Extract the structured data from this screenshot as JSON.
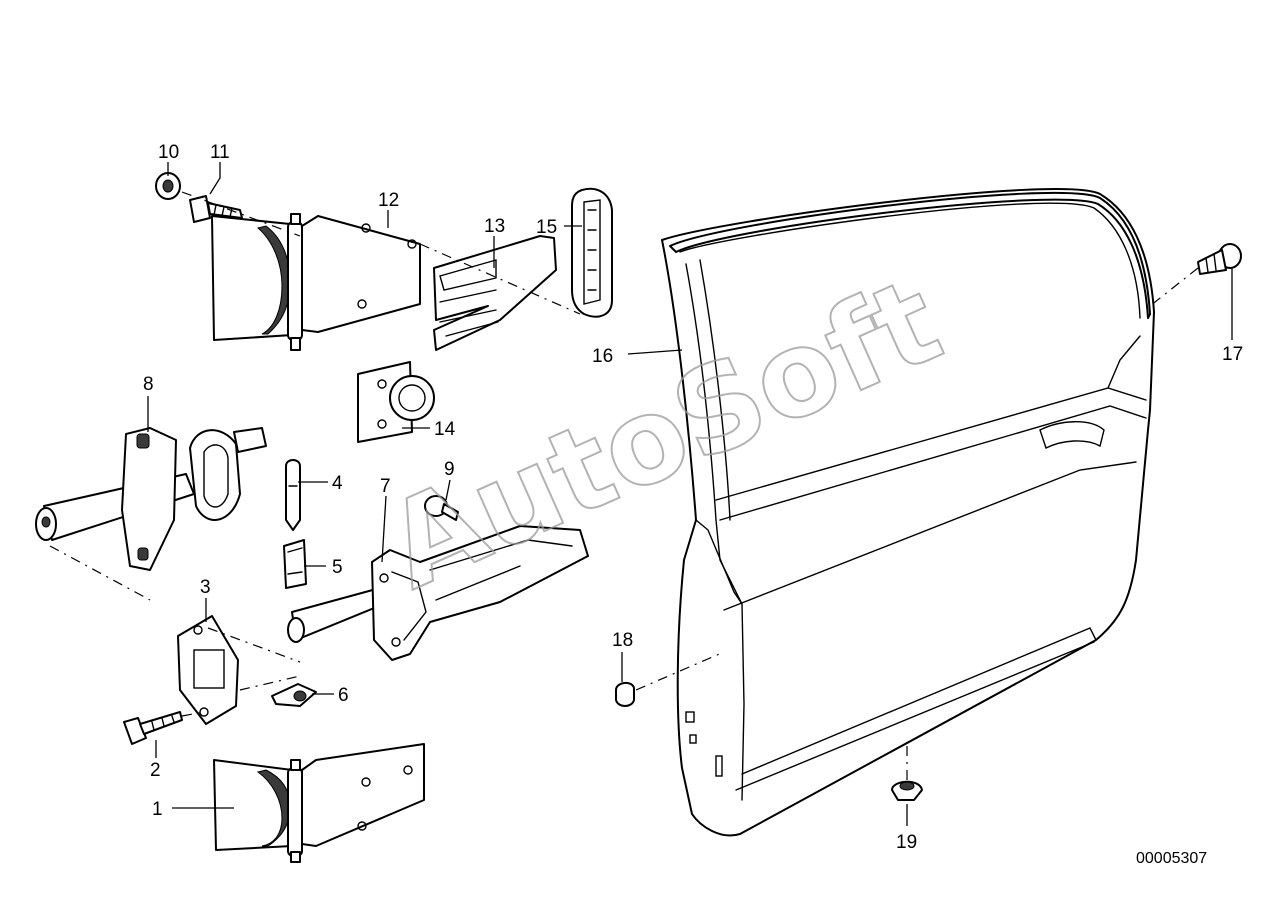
{
  "watermark": "AutoSoft",
  "document_number": "00005307",
  "callouts": {
    "c1": "1",
    "c2": "2",
    "c3": "3",
    "c4": "4",
    "c5": "5",
    "c6": "6",
    "c7": "7",
    "c8": "8",
    "c9": "9",
    "c10": "10",
    "c11": "11",
    "c12": "12",
    "c13": "13",
    "c14": "14",
    "c15": "15",
    "c16": "16",
    "c17": "17",
    "c18": "18",
    "c19": "19"
  },
  "colors": {
    "line": "#000000",
    "background": "#ffffff",
    "watermark": "#9a9a9a"
  }
}
